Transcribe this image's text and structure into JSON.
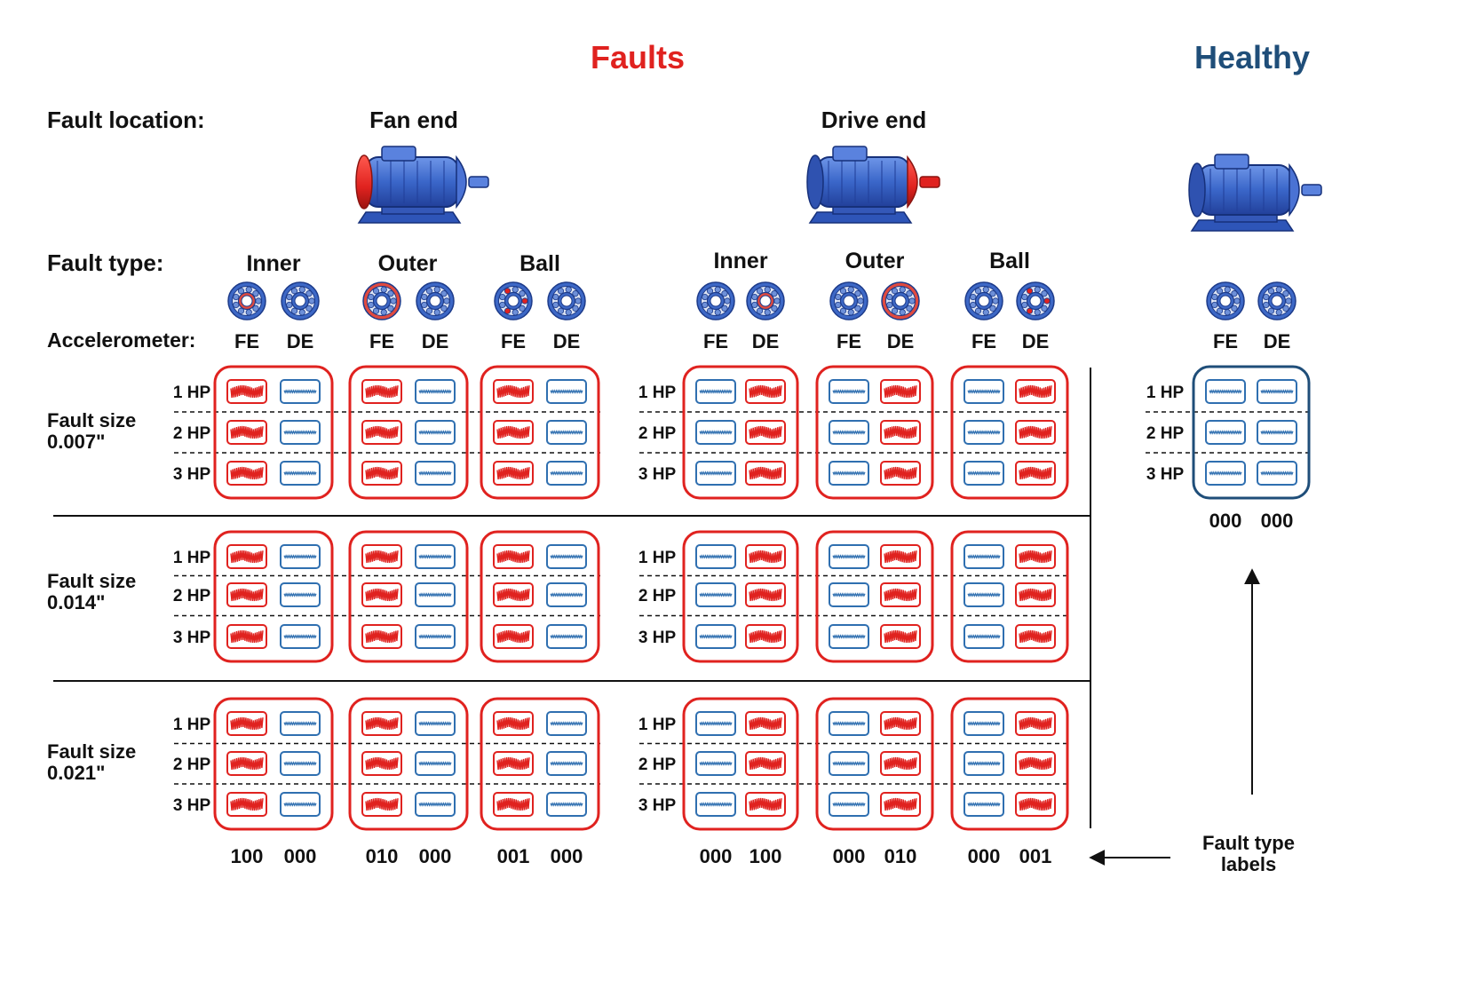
{
  "header": {
    "faults_title": "Faults",
    "healthy_title": "Healthy",
    "faults_color": "#e0221f",
    "healthy_color": "#1f4e79"
  },
  "row_labels": {
    "fault_location": "Fault location:",
    "fault_type": "Fault type:",
    "accelerometer": "Accelerometer:"
  },
  "locations": [
    {
      "label": "Fan end",
      "highlight": "fan-end",
      "icon": "motor-icon"
    },
    {
      "label": "Drive end",
      "highlight": "drive-end",
      "icon": "motor-icon"
    }
  ],
  "healthy_motor": {
    "icon": "motor-icon",
    "highlight": "none"
  },
  "fault_types": [
    "Inner",
    "Outer",
    "Ball"
  ],
  "accelerometers": [
    "FE",
    "DE"
  ],
  "loads": [
    "1 HP",
    "2 HP",
    "3 HP"
  ],
  "fault_sizes": [
    {
      "line1": "Fault size",
      "line2": "0.007\""
    },
    {
      "line1": "Fault size",
      "line2": "0.014\""
    },
    {
      "line1": "Fault size",
      "line2": "0.021\""
    }
  ],
  "fault_groups": [
    {
      "location": "Fan end",
      "type": "Inner",
      "faulty_sensor": "FE",
      "labels": [
        "100",
        "000"
      ]
    },
    {
      "location": "Fan end",
      "type": "Outer",
      "faulty_sensor": "FE",
      "labels": [
        "010",
        "000"
      ]
    },
    {
      "location": "Fan end",
      "type": "Ball",
      "faulty_sensor": "FE",
      "labels": [
        "001",
        "000"
      ]
    },
    {
      "location": "Drive end",
      "type": "Inner",
      "faulty_sensor": "DE",
      "labels": [
        "000",
        "100"
      ]
    },
    {
      "location": "Drive end",
      "type": "Outer",
      "faulty_sensor": "DE",
      "labels": [
        "000",
        "010"
      ]
    },
    {
      "location": "Drive end",
      "type": "Ball",
      "faulty_sensor": "DE",
      "labels": [
        "000",
        "001"
      ]
    }
  ],
  "healthy_group": {
    "labels": [
      "000",
      "000"
    ]
  },
  "bearing_icons": {
    "fault_groups": [
      [
        "bearing-inner-fault-icon",
        "bearing-healthy-icon"
      ],
      [
        "bearing-outer-fault-icon",
        "bearing-healthy-icon"
      ],
      [
        "bearing-ball-fault-icon",
        "bearing-healthy-icon"
      ],
      [
        "bearing-healthy-icon",
        "bearing-inner-fault-icon"
      ],
      [
        "bearing-healthy-icon",
        "bearing-outer-fault-icon"
      ],
      [
        "bearing-healthy-icon",
        "bearing-ball-fault-icon"
      ]
    ],
    "healthy": [
      "bearing-healthy-icon",
      "bearing-healthy-icon"
    ]
  },
  "annotation": {
    "line1": "Fault type",
    "line2": "labels"
  },
  "colors": {
    "fault_red": "#e0221f",
    "healthy_blue": "#1f4e79",
    "signal_blue": "#2f6fb0",
    "motor_blue": "#3a66c9",
    "motor_dark": "#22409a"
  }
}
